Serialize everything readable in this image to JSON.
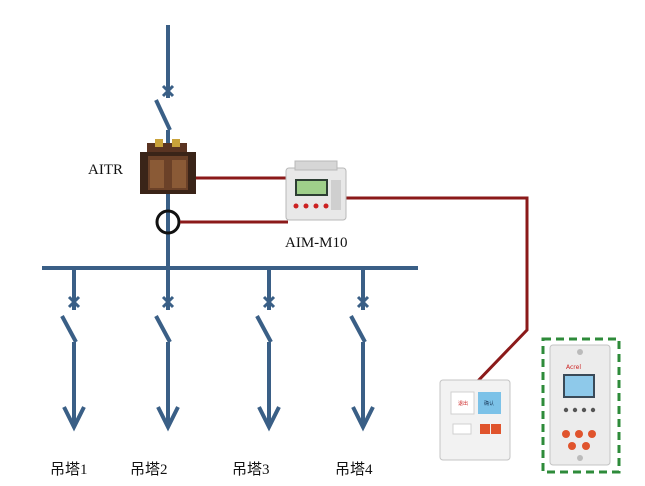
{
  "labels": {
    "transformer": "AITR",
    "monitor": "AIM-M10"
  },
  "feeders": [
    "吊塔1",
    "吊塔2",
    "吊塔3",
    "吊塔4"
  ],
  "devices": {
    "panel_small_buttons": [
      "退出",
      "确认"
    ],
    "panel_large_brand": "Acrel"
  },
  "colors": {
    "bus": "#3a5f86",
    "signal": "#8b1a1a",
    "enclosure": "#2e8b3a"
  }
}
